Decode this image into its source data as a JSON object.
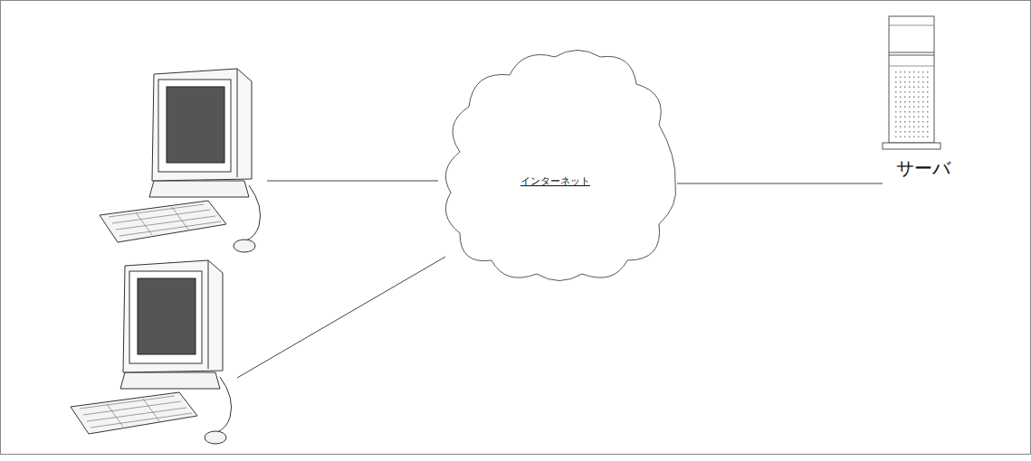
{
  "diagram": {
    "nodes": [
      {
        "text": [
          "インターネット"
        ]
      },
      {
        "text": [
          "サーバ"
        ]
      }
    ],
    "edges": [
      {
        "from": 0,
        "to": 1,
        "arrow": "none"
      }
    ]
  }
}
